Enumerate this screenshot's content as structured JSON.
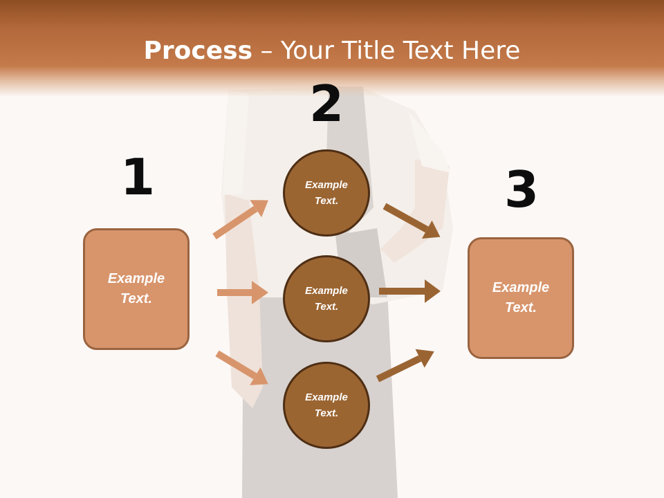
{
  "slide": {
    "title_bold": "Process",
    "title_rest": " – Your Title Text Here"
  },
  "steps": {
    "step1": {
      "number": "1",
      "text": "Example\nText."
    },
    "step2": {
      "number": "2",
      "circles": [
        {
          "text": "Example\nText."
        },
        {
          "text": "Example\nText."
        },
        {
          "text": "Example\nText."
        }
      ]
    },
    "step3": {
      "number": "3",
      "text": "Example\nText."
    }
  },
  "colors": {
    "header": "#b2683a",
    "box_fill": "#d8956c",
    "box_border": "#9a6440",
    "circle_fill": "#9b6532",
    "circle_border": "#4e2e14",
    "arrow_light": "#d8956c",
    "arrow_dark": "#9a6432"
  }
}
